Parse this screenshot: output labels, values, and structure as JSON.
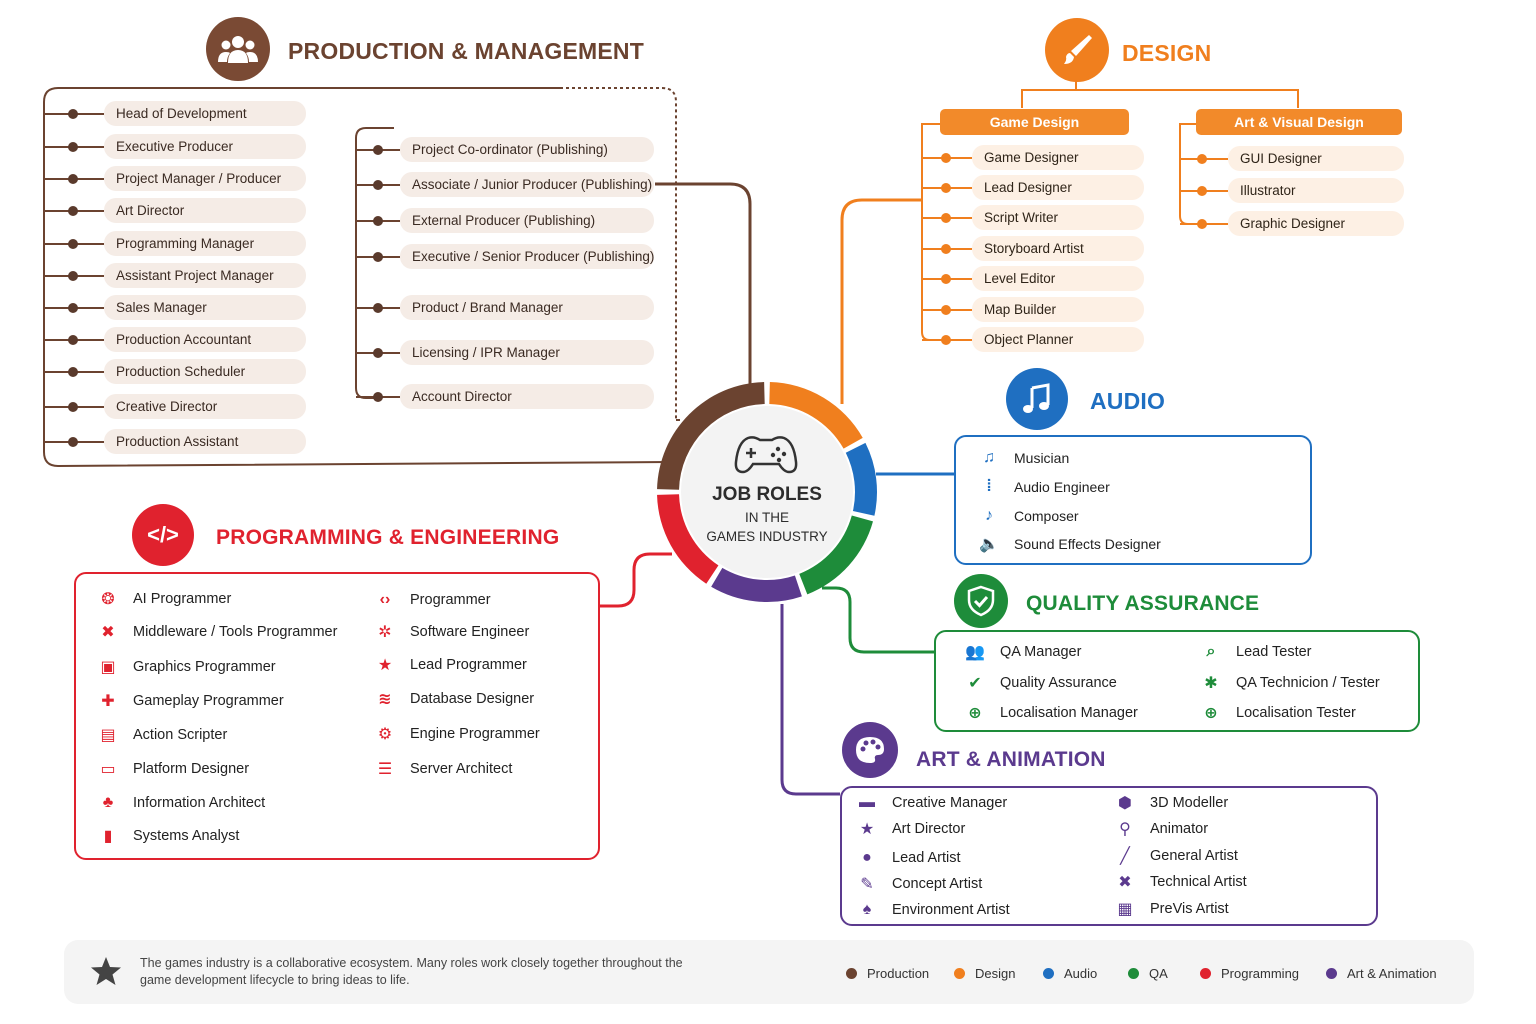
{
  "center": {
    "title": "JOB ROLES",
    "line2": "IN THE",
    "line3": "GAMES INDUSTRY"
  },
  "production": {
    "title": "PRODUCTION & MANAGEMENT",
    "color": "#6b4330",
    "left_roles": [
      "Head of Development",
      "Executive Producer",
      "Project Manager / Producer",
      "Art Director",
      "Programming Manager",
      "Assistant Project Manager",
      "Sales Manager",
      "Production Accountant",
      "Production Scheduler",
      "Creative Director",
      "Production Assistant"
    ],
    "right_roles": [
      "Project Co-ordinator (Publishing)",
      "Associate / Junior Producer (Publishing)",
      "External Producer (Publishing)",
      "Executive / Senior Producer (Publishing)",
      "Product / Brand Manager",
      "Licensing / IPR Manager",
      "Account Director"
    ]
  },
  "design": {
    "title": "DESIGN",
    "color": "#f07f1e",
    "game_design": {
      "label": "Game Design",
      "roles": [
        "Game Designer",
        "Lead Designer",
        "Script Writer",
        "Storyboard Artist",
        "Level Editor",
        "Map Builder",
        "Object Planner"
      ]
    },
    "art_visual": {
      "label": "Art & Visual Design",
      "roles": [
        "GUI Designer",
        "Illustrator",
        "Graphic Designer"
      ]
    }
  },
  "audio": {
    "title": "AUDIO",
    "color": "#1f6fc1",
    "roles": [
      {
        "label": "Musician",
        "icon": "music-note-icon"
      },
      {
        "label": "Audio Engineer",
        "icon": "waveform-icon"
      },
      {
        "label": "Composer",
        "icon": "eighth-note-icon"
      },
      {
        "label": "Sound Effects Designer",
        "icon": "speaker-icon"
      }
    ]
  },
  "qa": {
    "title": "QUALITY ASSURANCE",
    "color": "#1e8c3a",
    "roles": [
      {
        "label": "QA Manager",
        "icon": "team-icon"
      },
      {
        "label": "Quality Assurance",
        "icon": "shield-check-icon"
      },
      {
        "label": "Localisation Manager",
        "icon": "globe-icon"
      },
      {
        "label": "Lead Tester",
        "icon": "magnifier-icon"
      },
      {
        "label": "QA Technicion / Tester",
        "icon": "bug-icon"
      },
      {
        "label": "Localisation Tester",
        "icon": "globe-icon"
      }
    ]
  },
  "programming": {
    "title": "PROGRAMMING & ENGINEERING",
    "color": "#e0222e",
    "roles_left": [
      {
        "label": "AI Programmer",
        "icon": "brain-icon"
      },
      {
        "label": "Middleware / Tools Programmer",
        "icon": "tools-icon"
      },
      {
        "label": "Graphics Programmer",
        "icon": "monitor-icon"
      },
      {
        "label": "Gameplay Programmer",
        "icon": "gamepad-icon"
      },
      {
        "label": "Action Scripter",
        "icon": "document-icon"
      },
      {
        "label": "Platform Designer",
        "icon": "window-icon"
      },
      {
        "label": "Information Architect",
        "icon": "hierarchy-icon"
      },
      {
        "label": "Systems Analyst",
        "icon": "bar-chart-icon"
      }
    ],
    "roles_right": [
      {
        "label": "Programmer",
        "icon": "code-icon"
      },
      {
        "label": "Software Engineer",
        "icon": "cog-icon"
      },
      {
        "label": "Lead Programmer",
        "icon": "star-icon"
      },
      {
        "label": "Database Designer",
        "icon": "database-icon"
      },
      {
        "label": "Engine Programmer",
        "icon": "gear-icon"
      },
      {
        "label": "Server Architect",
        "icon": "server-icon"
      }
    ]
  },
  "art": {
    "title": "ART & ANIMATION",
    "color": "#5b3a8e",
    "roles_left": [
      {
        "label": "Creative Manager",
        "icon": "briefcase-icon"
      },
      {
        "label": "Art Director",
        "icon": "star-icon"
      },
      {
        "label": "Lead Artist",
        "icon": "person-icon"
      },
      {
        "label": "Concept Artist",
        "icon": "pencil-icon"
      },
      {
        "label": "Environment Artist",
        "icon": "tree-icon"
      }
    ],
    "roles_right": [
      {
        "label": "3D Modeller",
        "icon": "cube-icon"
      },
      {
        "label": "Animator",
        "icon": "runner-icon"
      },
      {
        "label": "General Artist",
        "icon": "brush-icon"
      },
      {
        "label": "Technical Artist",
        "icon": "tools-icon"
      },
      {
        "label": "PreVis Artist",
        "icon": "film-icon"
      }
    ]
  },
  "legend": {
    "note": "The games industry is a collaborative ecosystem. Many roles work closely together throughout the game development lifecycle to bring ideas to life.",
    "items": [
      {
        "label": "Production",
        "color": "#6b4330"
      },
      {
        "label": "Design",
        "color": "#f07f1e"
      },
      {
        "label": "Audio",
        "color": "#1f6fc1"
      },
      {
        "label": "QA",
        "color": "#1e8c3a"
      },
      {
        "label": "Programming",
        "color": "#e0222e"
      },
      {
        "label": "Art & Animation",
        "color": "#5b3a8e"
      }
    ]
  }
}
